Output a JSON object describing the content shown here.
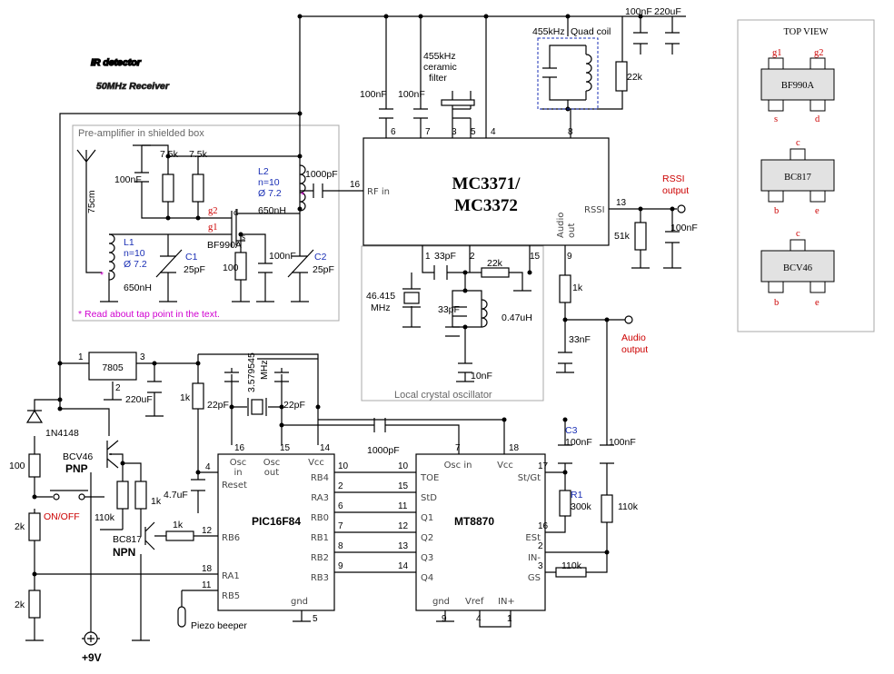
{
  "title": {
    "main": "IR detector",
    "subtitle": "50MHz Receiver"
  },
  "boxes": {
    "preamp": "Pre-amplifier in shielded box",
    "oscillator": "Local crystal oscillator",
    "tap_note": "* Read about tap point in the text.",
    "top_view": "TOP VIEW"
  },
  "chips": {
    "mc337x_line1": "MC3371/",
    "mc337x_line2": "MC3372",
    "pic": "PIC16F84",
    "dtmf": "MT8870",
    "reg": "7805",
    "bf990a": "BF990A",
    "bc817": "BC817",
    "bcv46": "BCV46"
  },
  "pins_mc": {
    "rf_in": "RF in",
    "rssi": "RSSI",
    "audio_out_1": "Audio",
    "audio_out_2": "out",
    "p6": "6",
    "p7": "7",
    "p3": "3",
    "p5": "5",
    "p4": "4",
    "p8": "8",
    "p16": "16",
    "p13": "13",
    "p9": "9",
    "p1": "1",
    "p2": "2",
    "p15": "15"
  },
  "pins_pic": {
    "osc_in_1": "Osc",
    "osc_in_2": "in",
    "osc_out_1": "Osc",
    "osc_out_2": "out",
    "vcc": "Vcc",
    "reset": "Reset",
    "rb4": "RB4",
    "ra3": "RA3",
    "rb0": "RB0",
    "rb1": "RB1",
    "rb2": "RB2",
    "rb3": "RB3",
    "rb6": "RB6",
    "ra1": "RA1",
    "rb5": "RB5",
    "gnd": "gnd",
    "p16": "16",
    "p15": "15",
    "p14": "14",
    "p4": "4",
    "p10": "10",
    "p2": "2",
    "p6": "6",
    "p7": "7",
    "p8": "8",
    "p9": "9",
    "p12": "12",
    "p18": "18",
    "p11": "11",
    "p5": "5"
  },
  "pins_mt": {
    "osc_in": "Osc in",
    "vcc": "Vcc",
    "toe": "TOE",
    "std": "StD",
    "q1": "Q1",
    "q2": "Q2",
    "q3": "Q3",
    "q4": "Q4",
    "stgt": "St/Gt",
    "est": "ESt",
    "inm": "IN-",
    "gs": "GS",
    "gnd": "gnd",
    "vref": "Vref",
    "inp": "IN+",
    "p7": "7",
    "p18": "18",
    "p10": "10",
    "p15": "15",
    "p11": "11",
    "p12": "12",
    "p13": "13",
    "p14": "14",
    "p17": "17",
    "p16": "16",
    "p2": "2",
    "p3": "3",
    "p9": "9",
    "p4": "4",
    "p1": "1"
  },
  "pins_reg": {
    "p1": "1",
    "p2": "2",
    "p3": "3"
  },
  "labels": {
    "c100n_a": "100nF",
    "c100n_b": "100nF",
    "filter_1": "455kHz",
    "filter_2": "ceramic",
    "filter_3": "filter",
    "quad_freq": "455kHz",
    "quad_coil": "Quad coil",
    "top_100n": "100nF",
    "top_220u": "220uF",
    "r22k_top": "22k",
    "r75k_a": "7.5k",
    "r75k_b": "7.5k",
    "c100n_pre": "100nF",
    "l2_1": "L2",
    "l2_2": "n=10",
    "l2_3": "Ø 7.2",
    "l2_4": "650nH",
    "c1000p_rf": "1000pF",
    "ant": "75cm",
    "l1_1": "L1",
    "l1_2": "n=10",
    "l1_3": "Ø 7.2",
    "l1_4": "650nH",
    "c1": "C1",
    "c1v": "25pF",
    "c2": "C2",
    "c2v": "25pF",
    "r100": "100",
    "c100n_src": "100nF",
    "g2": "g2",
    "g1": "g1",
    "d": "d",
    "s": "s",
    "rssi_out_1": "RSSI",
    "rssi_out_2": "output",
    "r51k": "51k",
    "c100n_rssi": "100nF",
    "c33p_a": "33pF",
    "r22k_osc": "22k",
    "xtal1": "46.415",
    "xtal2": "MHz",
    "c33p_b": "33pF",
    "l047": "0.47uH",
    "c10n": "10nF",
    "r1k_mc": "1k",
    "c33n": "33nF",
    "audio_1": "Audio",
    "audio_2": "output",
    "c220u_reg": "220uF",
    "r1k_reset": "1k",
    "c22p_a": "22pF",
    "c22p_b": "22pF",
    "xtal_pic_1": "3.579545",
    "xtal_pic_2": "MHz",
    "c1000p_osc": "1000pF",
    "c3": "C3",
    "c3v": "100nF",
    "c100n_in": "100nF",
    "r1": "R1",
    "r1v": "300k",
    "r110k_in": "110k",
    "r110k_gs": "110k",
    "c47u": "4.7uF",
    "d1n4148": "1N4148",
    "r100_sw": "100",
    "bcv46": "BCV46",
    "pnp": "PNP",
    "r110k_b": "110k",
    "r1k_b": "1k",
    "r1k_base": "1k",
    "onoff": "ON/OFF",
    "r2k_a": "2k",
    "r2k_b": "2k",
    "bc817": "BC817",
    "npn": "NPN",
    "piezo": "Piezo beeper",
    "supply": "+9V"
  },
  "topview": {
    "bf_g1": "g1",
    "bf_g2": "g2",
    "bf_s": "s",
    "bf_d": "d",
    "bc_c": "c",
    "bc_b": "b",
    "bc_e": "e",
    "bv_c": "c",
    "bv_b": "b",
    "bv_e": "e"
  }
}
